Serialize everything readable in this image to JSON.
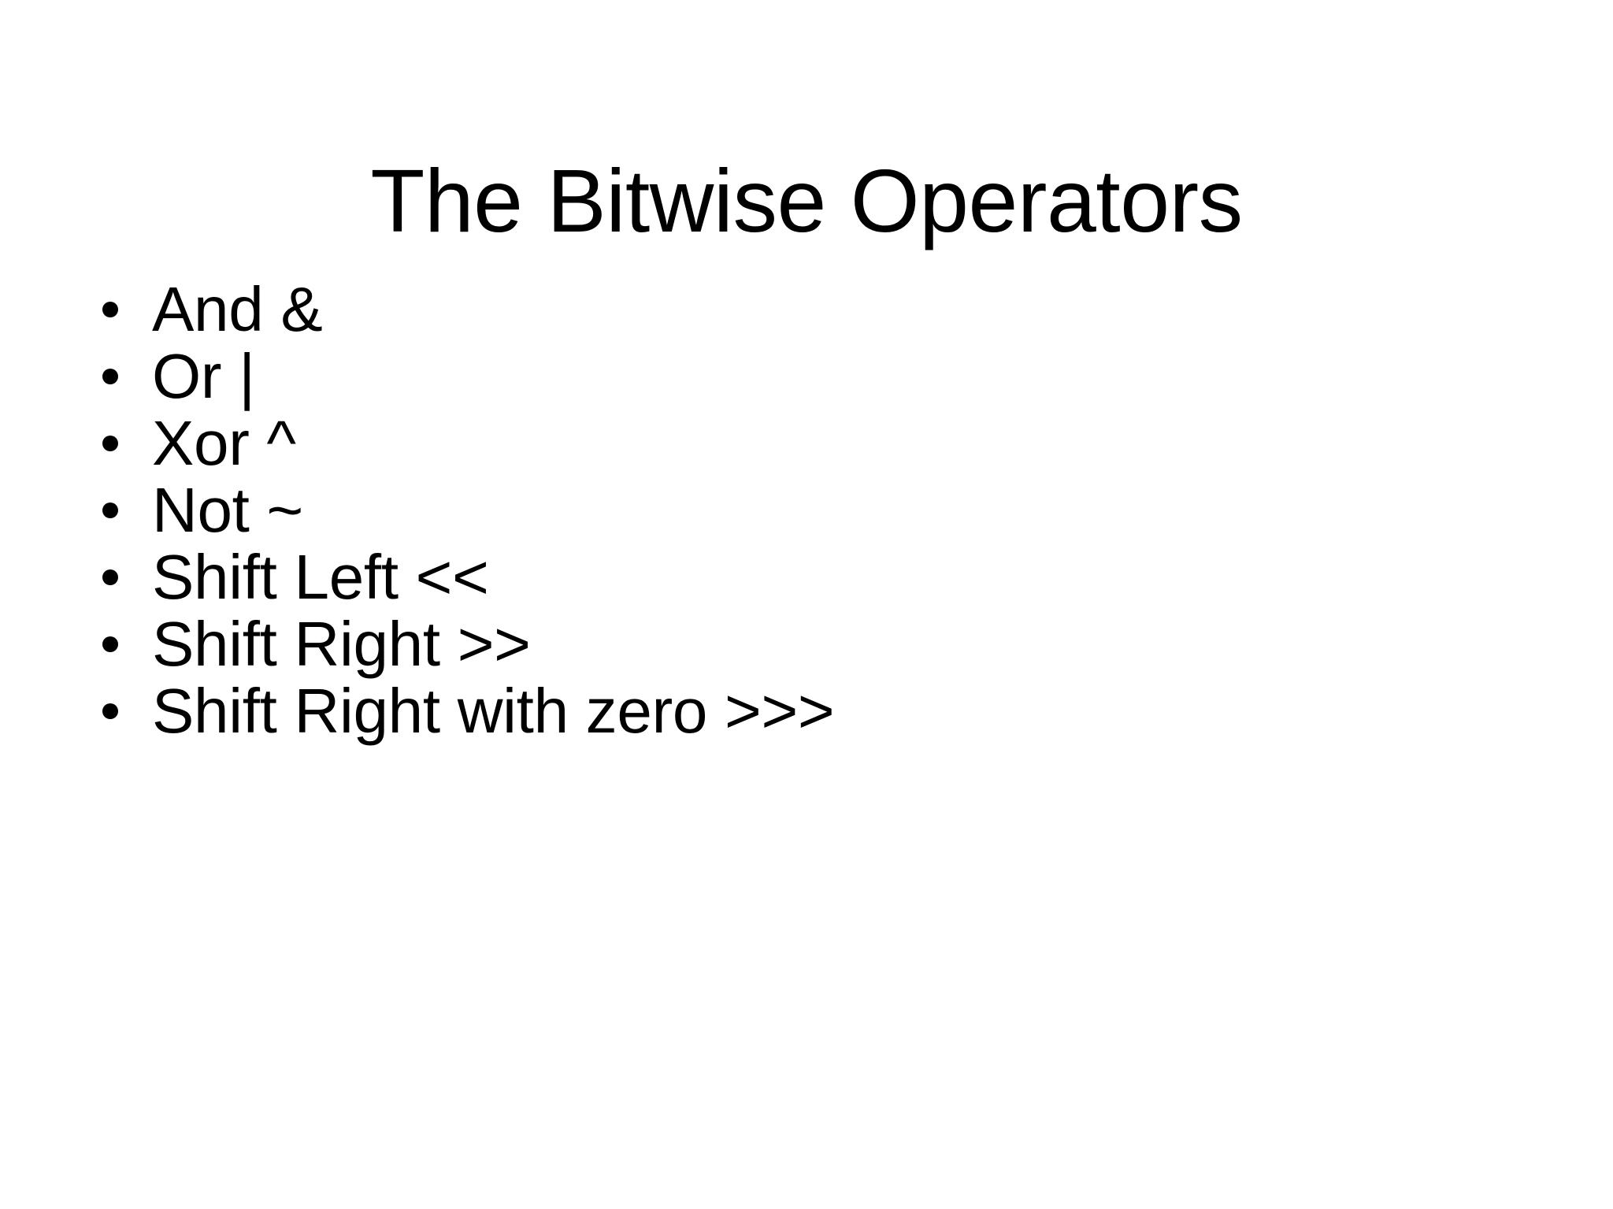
{
  "slide": {
    "title": "The Bitwise Operators",
    "background_color": "#ffffff",
    "text_color": "#000000",
    "bullets": [
      {
        "label": "And &"
      },
      {
        "label": "Or |"
      },
      {
        "label": "Xor ^"
      },
      {
        "label": "Not ~"
      },
      {
        "label": "Shift Left <<"
      },
      {
        "label": "Shift Right >>"
      },
      {
        "label": "Shift Right with zero >>>"
      }
    ]
  }
}
